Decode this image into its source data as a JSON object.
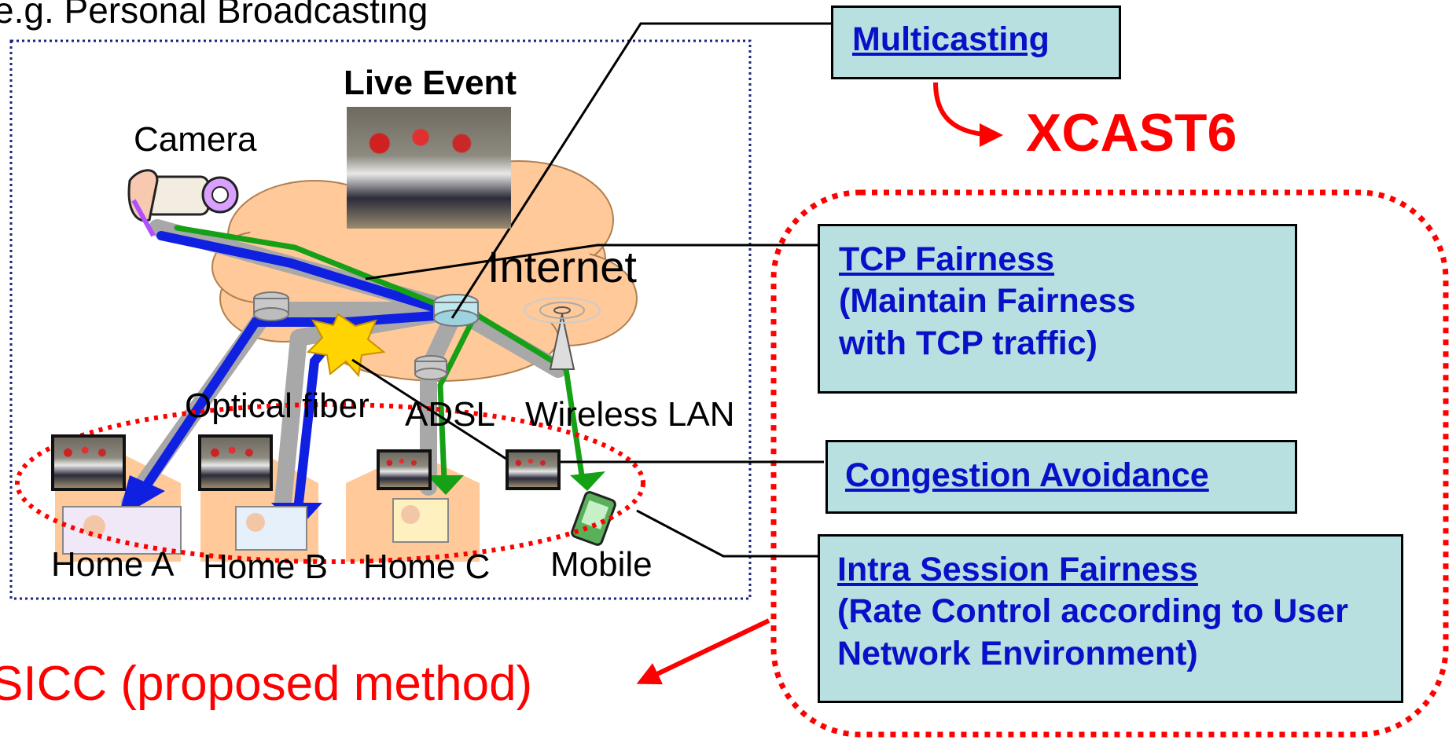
{
  "caption_top": "e.g. Personal Broadcasting",
  "labels": {
    "live_event": "Live Event",
    "camera": "Camera",
    "internet": "Internet",
    "optical_fiber": "Optical fiber",
    "adsl": "ADSL",
    "wireless_lan": "Wireless LAN",
    "home_a": "Home A",
    "home_b": "Home B",
    "home_c": "Home C",
    "mobile": "Mobile"
  },
  "boxes": {
    "multicasting": {
      "title": "Multicasting"
    },
    "tcp_fairness": {
      "title": "TCP Fairness",
      "desc": "(Maintain Fairness with TCP traffic)"
    },
    "congestion": {
      "title": "Congestion Avoidance"
    },
    "intra_session": {
      "title": "Intra Session Fairness",
      "desc": "(Rate Control according to User Network Environment)"
    }
  },
  "xcast_label": "XCAST6",
  "proposed_label": "SICC (proposed method)",
  "colors": {
    "cloud": "#ffc99a",
    "box_fill": "#b9e0e0",
    "box_text": "#0a10c8",
    "red": "#ff0000",
    "blue_flow": "#1020e0",
    "green_flow": "#16a016",
    "gray_link": "#a8a8a8"
  }
}
